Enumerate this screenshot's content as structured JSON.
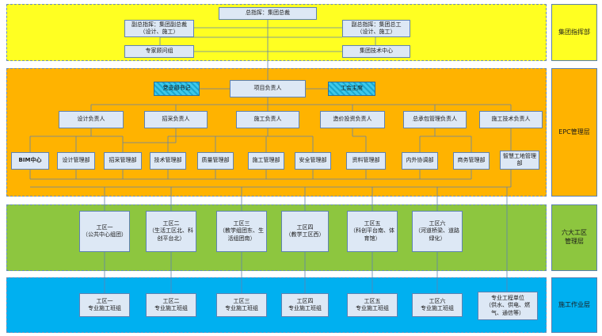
{
  "layers": {
    "group": "集团指挥部",
    "epc": "EPC管理层",
    "zones": "六大工区\n管理层",
    "construction": "施工作业层"
  },
  "group": {
    "commander": "总指挥：集团总裁",
    "deputy_left": "副总指挥：集团副总裁\n（设计、施工）",
    "deputy_right": "副总指挥：集团总工\n（设计、施工）",
    "expert_group": "专家顾问组",
    "tech_center": "集团技术中心"
  },
  "epc": {
    "party_secretary": "党支部书记",
    "project_manager": "项目负责人",
    "union_chair": "工会主席",
    "leads": [
      "设计负责人",
      "招采负责人",
      "施工负责人",
      "造价投资负责人",
      "总承包管理负责人",
      "施工技术负责人"
    ],
    "departments": [
      "BIM中心",
      "设计管理部",
      "招采管理部",
      "技术管理部",
      "质量管理部",
      "施工管理部",
      "安全管理部",
      "资料管理部",
      "内外协调部",
      "商务管理部",
      "智慧工地管理部"
    ]
  },
  "zones": [
    "工区一\n（公共中心组团）",
    "工区二\n（生活工区北、科创平台北）",
    "工区三\n（教学组团东、生活组团南）",
    "工区四\n（教学工区西）",
    "工区五\n（科创平台南、体育馆）",
    "工区六\n（河道桥梁、道路绿化）"
  ],
  "teams": [
    "工区一\n专业施工班组",
    "工区二\n专业施工班组",
    "工区三\n专业施工班组",
    "工区四\n专业施工班组",
    "工区五\n专业施工班组",
    "工区六\n专业施工班组",
    "专业工程单位\n（供水、供电、燃气、通信等）"
  ],
  "colors": {
    "group_band": "#ffff22",
    "epc_band": "#ffb300",
    "zone_band": "#8dc63f",
    "construction_band": "#00b0f0",
    "box_fill": "#dde8f5",
    "hatch_fill": "#1aa8d0",
    "line": "#5f82b2"
  }
}
